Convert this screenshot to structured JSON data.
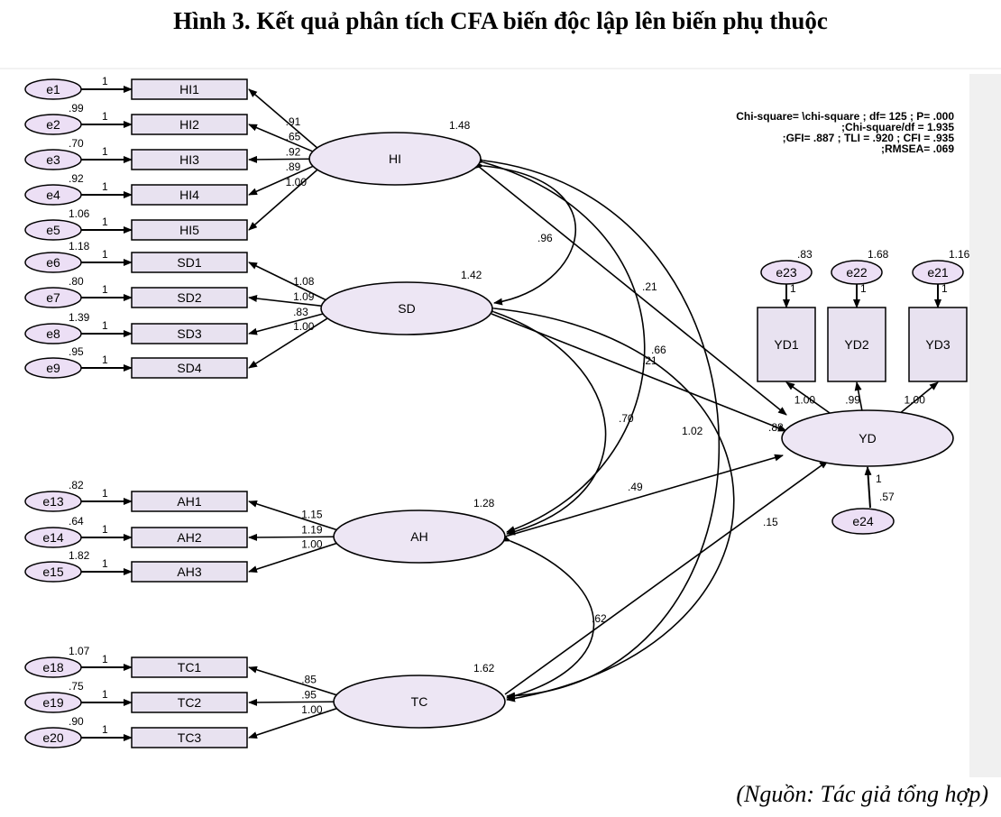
{
  "title": "Hình 3. Kết quả phân tích CFA biến độc lập lên biến phụ thuộc",
  "source": "(Nguồn: Tác giả tổng hợp)",
  "fit_statistics": [
    "Chi-square= \\chi-square ; df= 125 ; P= .000",
    ";Chi-square/df = 1.935",
    ";GFI= .887 ; TLI = .920 ; CFI = .935",
    ";RMSEA= .069"
  ],
  "latents": [
    {
      "id": "HI",
      "label": "HI",
      "variance": "1.48"
    },
    {
      "id": "SD",
      "label": "SD",
      "variance": "1.42"
    },
    {
      "id": "AH",
      "label": "AH",
      "variance": "1.28"
    },
    {
      "id": "TC",
      "label": "TC",
      "variance": "1.62"
    },
    {
      "id": "YD",
      "label": "YD",
      "variance": ""
    }
  ],
  "indicators": [
    {
      "label": "HI1",
      "latent": "HI",
      "error": "e1",
      "error_variance": "",
      "loading": ".91"
    },
    {
      "label": "HI2",
      "latent": "HI",
      "error": "e2",
      "error_variance": ".99",
      "loading": ".65"
    },
    {
      "label": "HI3",
      "latent": "HI",
      "error": "e3",
      "error_variance": ".70",
      "loading": ".92"
    },
    {
      "label": "HI4",
      "latent": "HI",
      "error": "e4",
      "error_variance": ".92",
      "loading": ".89"
    },
    {
      "label": "HI5",
      "latent": "HI",
      "error": "e5",
      "error_variance": "1.06",
      "loading": "1.00"
    },
    {
      "label": "SD1",
      "latent": "SD",
      "error": "e6",
      "error_variance": "1.18",
      "loading": "1.08"
    },
    {
      "label": "SD2",
      "latent": "SD",
      "error": "e7",
      "error_variance": ".80",
      "loading": "1.09"
    },
    {
      "label": "SD3",
      "latent": "SD",
      "error": "e8",
      "error_variance": "1.39",
      "loading": ".83"
    },
    {
      "label": "SD4",
      "latent": "SD",
      "error": "e9",
      "error_variance": ".95",
      "loading": "1.00"
    },
    {
      "label": "AH1",
      "latent": "AH",
      "error": "e13",
      "error_variance": ".82",
      "loading": "1.15"
    },
    {
      "label": "AH2",
      "latent": "AH",
      "error": "e14",
      "error_variance": ".64",
      "loading": "1.19"
    },
    {
      "label": "AH3",
      "latent": "AH",
      "error": "e15",
      "error_variance": "1.82",
      "loading": "1.00"
    },
    {
      "label": "TC1",
      "latent": "TC",
      "error": "e18",
      "error_variance": "1.07",
      "loading": ".85"
    },
    {
      "label": "TC2",
      "latent": "TC",
      "error": "e19",
      "error_variance": ".75",
      "loading": ".95"
    },
    {
      "label": "TC3",
      "latent": "TC",
      "error": "e20",
      "error_variance": ".90",
      "loading": "1.00"
    },
    {
      "label": "YD1",
      "latent": "YD",
      "error": "e23",
      "error_variance": ".83",
      "loading": "1.00"
    },
    {
      "label": "YD2",
      "latent": "YD",
      "error": "e22",
      "error_variance": "1.68",
      "loading": ".99"
    },
    {
      "label": "YD3",
      "latent": "YD",
      "error": "e21",
      "error_variance": "1.16",
      "loading": "1.00"
    }
  ],
  "error_path_label": "1",
  "structural_error": {
    "name": "e24",
    "variance": ".57",
    "path": "1"
  },
  "regressions": [
    {
      "from": "HI",
      "to": "YD",
      "estimate": ".21"
    },
    {
      "from": "SD",
      "to": "YD",
      "estimate": ".21"
    },
    {
      "from": "AH",
      "to": "YD",
      "estimate": ".49"
    },
    {
      "from": "TC",
      "to": "YD",
      "estimate": ".15"
    }
  ],
  "covariances": [
    {
      "between": [
        "HI",
        "SD"
      ],
      "estimate": ".96"
    },
    {
      "between": [
        "HI",
        "AH"
      ],
      "estimate": ".66"
    },
    {
      "between": [
        "HI",
        "TC"
      ],
      "estimate": "1.02"
    },
    {
      "between": [
        "SD",
        "AH"
      ],
      "estimate": ".70"
    },
    {
      "between": [
        "AH",
        "TC"
      ],
      "estimate": ".62"
    },
    {
      "between": [
        "SD",
        "TC"
      ],
      "estimate": ".88"
    }
  ]
}
